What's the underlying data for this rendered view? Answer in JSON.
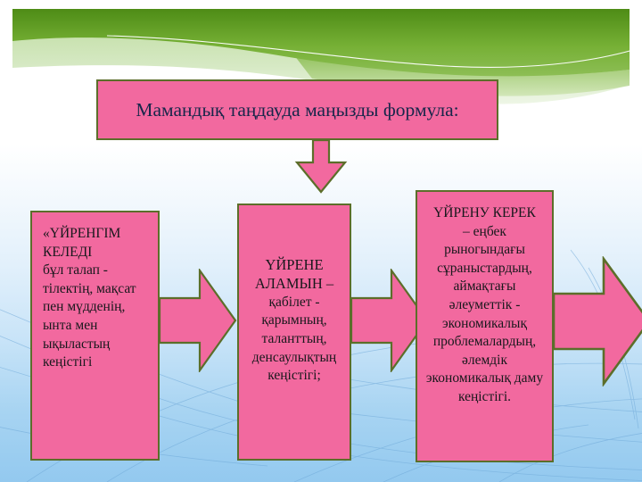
{
  "slide": {
    "title": "Мамандық таңдауда маңызды формула:",
    "colors": {
      "box_fill": "#f2699f",
      "box_border": "#5c6e2a",
      "banner_green_dark": "#6aa62a",
      "banner_green_light": "#a8cf74",
      "background_blue": "#93c9ef",
      "title_text": "#17264a",
      "body_text": "#18181c"
    },
    "boxes": [
      {
        "id": "box-1",
        "heading": "«ҮЙРЕНГІМ КЕЛЕДІ",
        "body": "бұл талап - тілектің, мақсат пен мүдденің, ынта мен ықыластың кеңістігі"
      },
      {
        "id": "box-2",
        "heading": "ҮЙРЕНЕ АЛАМЫН –",
        "body": "қабілет - қарымның, таланттың, денсаулықтың кеңістігі;"
      },
      {
        "id": "box-3",
        "heading": "ҮЙРЕНУ КЕРЕК",
        "body": "– еңбек рыногындағы сұраныстардың, аймақтағы әлеуметтік - экономикалық проблемалардың, әлемдік экономикалық даму кеңістігі."
      }
    ],
    "arrows": [
      {
        "id": "arrow-down",
        "name": "down-arrow-icon",
        "direction": "down"
      },
      {
        "id": "arrow-1-2",
        "name": "right-arrow-icon",
        "direction": "right"
      },
      {
        "id": "arrow-2-3",
        "name": "right-arrow-icon",
        "direction": "right"
      },
      {
        "id": "arrow-3-out",
        "name": "right-arrow-icon",
        "direction": "right"
      }
    ]
  }
}
